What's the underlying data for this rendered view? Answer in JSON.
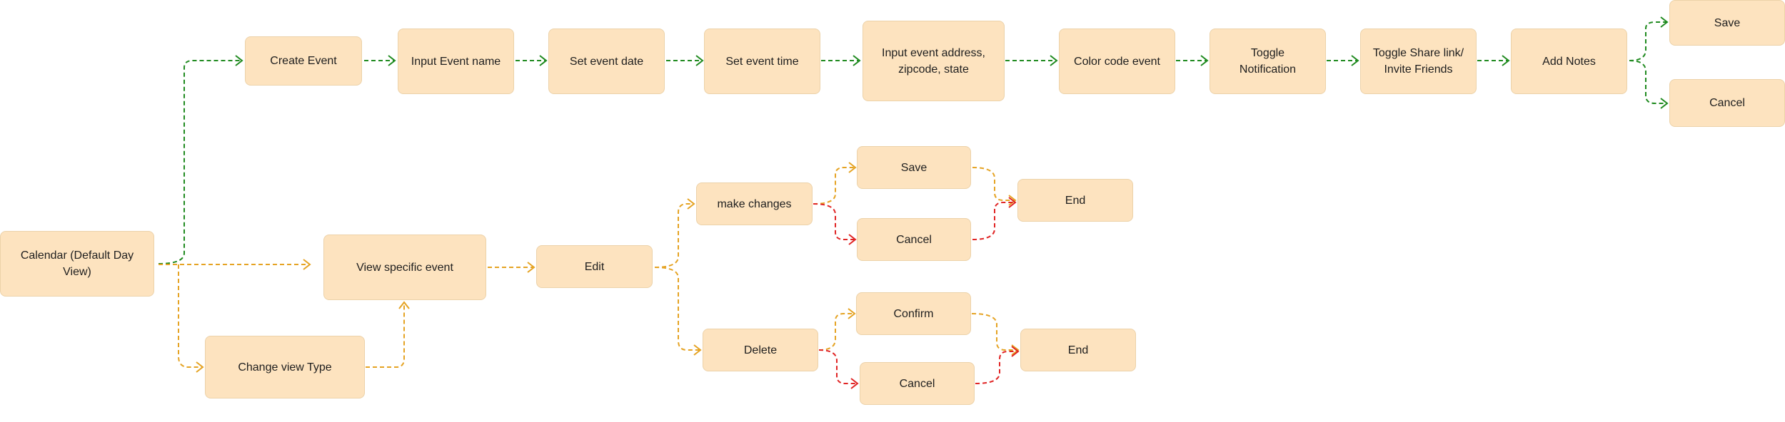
{
  "colors": {
    "node_fill": "#fde3bf",
    "node_border": "#ecd2a9",
    "text": "#1e1e1e",
    "create_flow": "#1f8a1f",
    "view_flow": "#e5a323",
    "cancel_flow": "#e02424"
  },
  "nodes": {
    "calendar": "Calendar (Default Day\nView)",
    "create_event": "Create Event",
    "input_event_name": "Input Event name",
    "set_event_date": "Set event date",
    "set_event_time": "Set event time",
    "input_event_address": "Input event address,\nzipcode, state",
    "color_code_event": "Color code event",
    "toggle_notification": "Toggle\nNotification",
    "toggle_share_link": "Toggle Share link/\nInvite Friends",
    "add_notes": "Add Notes",
    "create_save": "Save",
    "create_cancel": "Cancel",
    "view_specific_event": "View specific event",
    "change_view_type": "Change view Type",
    "edit": "Edit",
    "make_changes": "make changes",
    "changes_save": "Save",
    "changes_cancel": "Cancel",
    "changes_end": "End",
    "delete": "Delete",
    "delete_confirm": "Confirm",
    "delete_cancel": "Cancel",
    "delete_end": "End"
  }
}
